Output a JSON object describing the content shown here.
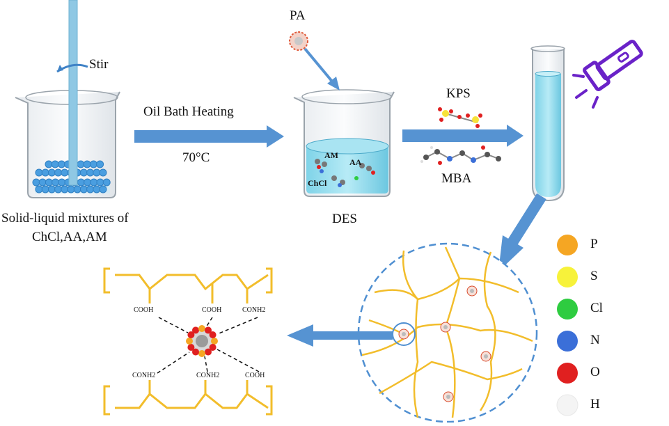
{
  "steps": {
    "stir": "Stir",
    "heating": "Oil Bath Heating",
    "temperature": "70°C",
    "mixture_line1": "Solid-liquid mixtures of",
    "mixture_line2": "ChCl,AA,AM",
    "des": "DES",
    "pa": "PA",
    "kps": "KPS",
    "mba": "MBA"
  },
  "beaker_labels": {
    "am": "AM",
    "aa": "AA",
    "chcl": "ChCl"
  },
  "network_groups": {
    "top": [
      "COOH",
      "COOH",
      "CONH2"
    ],
    "bottom": [
      "CONH2",
      "CONH2",
      "COOH"
    ]
  },
  "legend": [
    {
      "label": "P",
      "color": "#f5a623"
    },
    {
      "label": "S",
      "color": "#f7f23a"
    },
    {
      "label": "Cl",
      "color": "#2ecc40"
    },
    {
      "label": "N",
      "color": "#3b6fd8"
    },
    {
      "label": "O",
      "color": "#e02020"
    },
    {
      "label": "H",
      "color": "#f4f4f4"
    }
  ],
  "colors": {
    "arrow": "#4f8fd1",
    "liquid": "#9fdcec",
    "chain": "#f2bd2b",
    "flashlight": "#6a22c8"
  }
}
